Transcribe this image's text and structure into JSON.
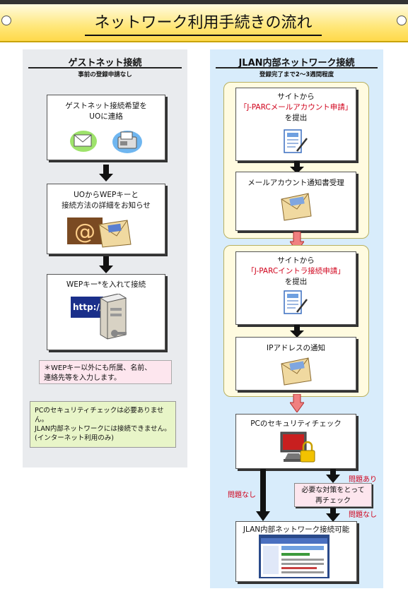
{
  "title": "ネットワーク利用手続きの流れ",
  "guest": {
    "heading": "ゲストネット接続",
    "subheading": "事前の登録申請なし",
    "step1": {
      "line1": "ゲストネット接続希望を",
      "line2": "UOに連絡"
    },
    "step2": {
      "line1": "UOからWEPキーと",
      "line2": "接続方法の詳細をお知らせ"
    },
    "step3": {
      "line1": "WEPキー*を入れて接続",
      "screen_text": "http://"
    },
    "note": {
      "line1": "＊WEPキー以外にも所属、名前、",
      "line2": "連絡先等を入力します。"
    },
    "green_note": {
      "line1": "PCのセキュリティチェックは必要ありません。",
      "line2": "JLAN内部ネットワークには接続できません。",
      "line3": "(インターネット利用のみ)"
    }
  },
  "jlan": {
    "heading": "JLAN内部ネットワーク接続",
    "subheading": "登録完了まで2～3週間程度",
    "step1": {
      "line1": "サイトから",
      "line2": "「J-PARCメールアカウント申請」",
      "line3": "を提出"
    },
    "step2": {
      "line1": "メールアカウント通知書受理"
    },
    "step3": {
      "line1": "サイトから",
      "line2": "「J-PARCイントラ接続申請」",
      "line3": "を提出"
    },
    "step4": {
      "line1": "IPアドレスの通知"
    },
    "step5": {
      "line1": "PCのセキュリティチェック"
    },
    "recheck": {
      "line1": "必要な対策をとって",
      "line2": "再チェック"
    },
    "label_ok_left": "問題なし",
    "label_problem": "問題あり",
    "label_ok_right": "問題なし",
    "final": {
      "line1": "JLAN内部ネットワーク接続可能"
    }
  },
  "colors": {
    "banner": "#ffe77a",
    "accent_red": "#d0001a",
    "jlan_panel": "#d8ecfb",
    "guest_panel": "#e9ebee",
    "group_bg": "#fffbe0"
  }
}
